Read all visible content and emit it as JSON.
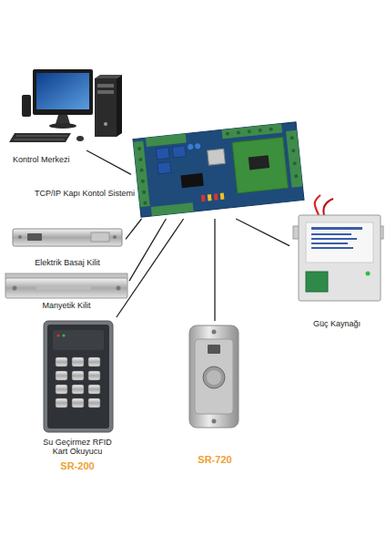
{
  "diagram": {
    "nodes": [
      {
        "text": [
          "Kontrol Merkezi"
        ]
      },
      {
        "text": [
          "TCP/IP Kapı Kontol Sistemi"
        ]
      },
      {
        "text": [
          "Elektrik Basaj Kilit"
        ]
      },
      {
        "text": [
          "Manyetik Kilit"
        ]
      },
      {
        "text": [
          "Su Geçirmez RFID Kart Okuyucu",
          "SR-200"
        ]
      },
      {
        "text": [
          "SR-720"
        ]
      },
      {
        "text": [
          "Güç Kaynağı"
        ]
      }
    ],
    "edges": [
      {
        "from": 1,
        "to": 0,
        "arrow": "none"
      },
      {
        "from": 1,
        "to": 2,
        "arrow": "none"
      },
      {
        "from": 1,
        "to": 3,
        "arrow": "none"
      },
      {
        "from": 1,
        "to": 4,
        "arrow": "none"
      },
      {
        "from": 1,
        "to": 5,
        "arrow": "none"
      },
      {
        "from": 1,
        "to": 6,
        "arrow": "none"
      }
    ]
  }
}
